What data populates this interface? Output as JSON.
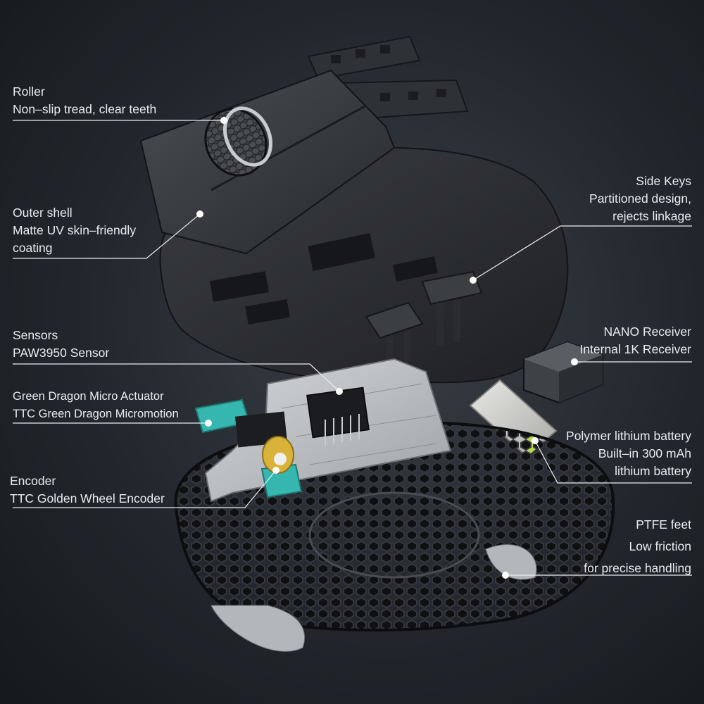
{
  "callouts": {
    "roller": {
      "title": "Roller",
      "lines": [
        "Non–slip tread, clear teeth"
      ]
    },
    "outer_shell": {
      "title": "Outer shell",
      "lines": [
        "Matte UV skin–friendly",
        "coating"
      ]
    },
    "sensors": {
      "title": "Sensors",
      "lines": [
        "PAW3950 Sensor"
      ]
    },
    "micro_actuator": {
      "title": "Green Dragon Micro Actuator",
      "lines": [
        "TTC Green Dragon Micromotion"
      ]
    },
    "encoder": {
      "title": "Encoder",
      "lines": [
        "TTC Golden Wheel Encoder"
      ]
    },
    "side_keys": {
      "title": "Side Keys",
      "lines": [
        "Partitioned design,",
        "rejects linkage"
      ]
    },
    "nano_receiver": {
      "title": "NANO Receiver",
      "lines": [
        "Internal 1K Receiver"
      ]
    },
    "battery": {
      "title": "Polymer lithium battery",
      "lines": [
        "Built–in 300 mAh",
        "lithium battery"
      ]
    },
    "ptfe_feet": {
      "title": "PTFE feet",
      "lines": [
        "Low friction",
        "for precise handling"
      ]
    }
  },
  "colors": {
    "background": "#23272d",
    "shell": "#2c2f34",
    "pcb": "#b9bcc0",
    "switch_teal": "#35b7b0",
    "battery_green": "#b7d84a",
    "encoder_gold": "#d9b23a",
    "leader_line": "#e9ebee"
  }
}
